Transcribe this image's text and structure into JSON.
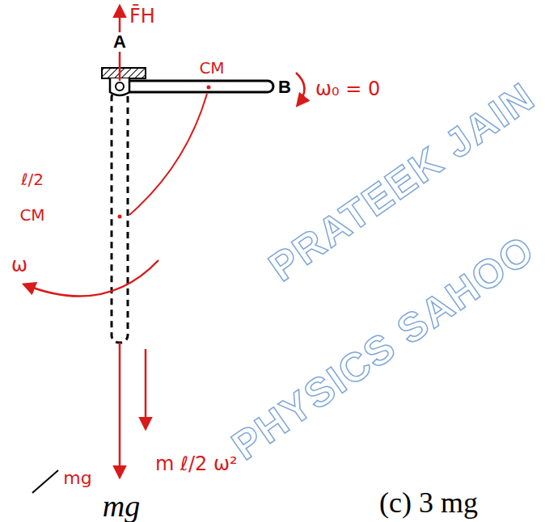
{
  "diagram": {
    "labels": [
      "A",
      "B",
      "F̄H",
      "CM",
      "ω₀ = 0",
      "ℓ/2",
      "CM",
      "ω",
      "m ℓ/2 ω²",
      "mg",
      "mg",
      "(c) 3 mg",
      "PRATEEK JAIN",
      "PHYSICS SAHOO"
    ]
  }
}
